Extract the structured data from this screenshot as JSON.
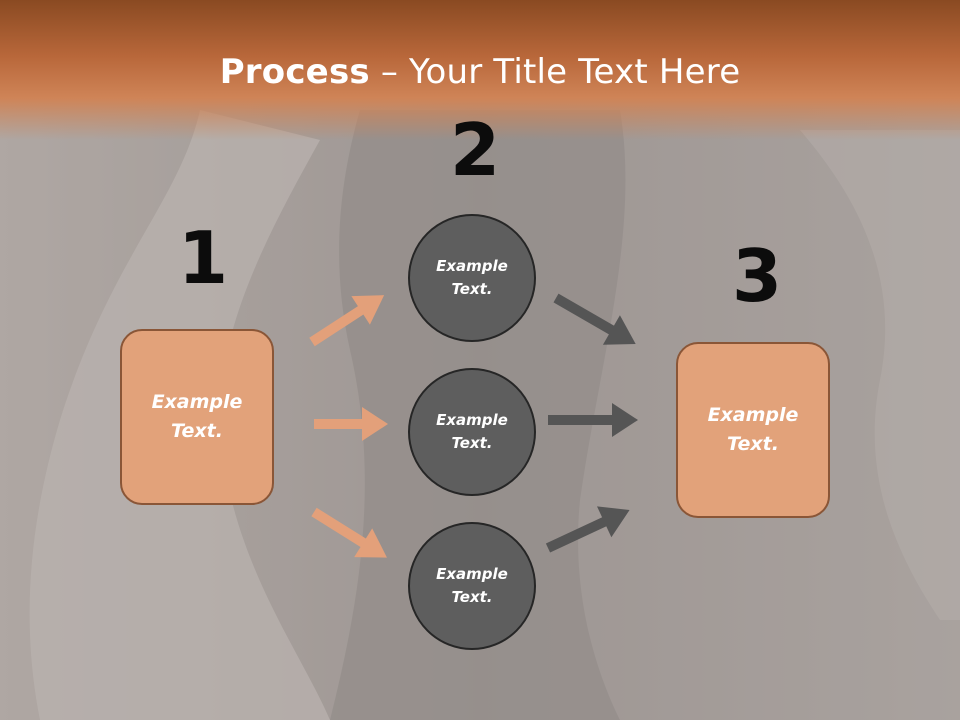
{
  "slide": {
    "title_bold": "Process",
    "title_rest": " – Your Title Text Here"
  },
  "steps": [
    {
      "number": "1",
      "label": "Example\nText."
    },
    {
      "number": "2",
      "label": "Example\nText."
    },
    {
      "number": "3",
      "label": "Example\nText."
    }
  ],
  "circles": [
    {
      "label": "Example\nText."
    },
    {
      "label": "Example\nText."
    },
    {
      "label": "Example\nText."
    }
  ],
  "colors": {
    "accent": "#e2a27a",
    "circle": "#5e5e5e",
    "arrow_orange": "#e3a07a",
    "arrow_gray": "#555555"
  }
}
